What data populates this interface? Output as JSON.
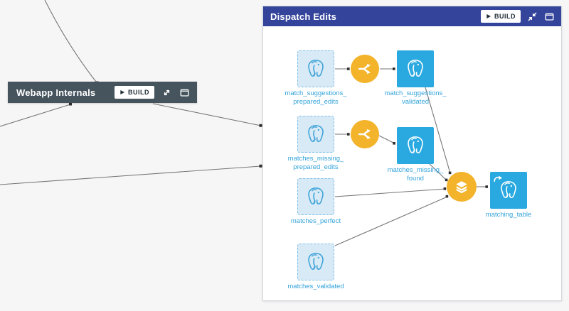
{
  "colors": {
    "canvas-bg": "#f6f6f7",
    "zone-header-blue": "#34449b",
    "zone-webapp-gray": "#46545e",
    "dataset-blue": "#29a9e0",
    "dataset-editable-bg": "#d9eaf7",
    "dataset-editable-border": "#7fc0e6",
    "recipe-yellow": "#f3b32a",
    "label-blue": "#33a3da",
    "edge-gray": "#767676"
  },
  "icons": {
    "build_play": "play-triangle",
    "webapp_expand": "expand-arrows",
    "dispatch_collapse": "compress-arrows",
    "window": "open-in-window",
    "dataset": "postgresql-elephant",
    "split_recipe": "split-arrows",
    "stack_recipe": "stack-layers",
    "shared_dataset": "share-curved-arrow"
  },
  "webapp_zone": {
    "title": "Webapp Internals",
    "build_label": "BUILD"
  },
  "dispatch_zone": {
    "title": "Dispatch Edits",
    "build_label": "BUILD",
    "datasets": [
      {
        "id": "match_suggestions_prepared_edits",
        "kind": "editable",
        "line1": "match_suggestions_",
        "line2": "prepared_edits"
      },
      {
        "id": "matches_missing_prepared_edits",
        "kind": "editable",
        "line1": "matches_missing_",
        "line2": "prepared_edits"
      },
      {
        "id": "matches_perfect",
        "kind": "editable",
        "line1": "matches_perfect"
      },
      {
        "id": "matches_validated",
        "kind": "editable",
        "line1": "matches_validated"
      },
      {
        "id": "match_suggestions_validated",
        "kind": "postgres",
        "line1": "match_suggestions_",
        "line2": "validated"
      },
      {
        "id": "matches_missing_found",
        "kind": "postgres",
        "line1": "matches_missing_",
        "line2": "found"
      },
      {
        "id": "matching_table",
        "kind": "postgres-shared",
        "line1": "matching_table"
      }
    ],
    "recipes": [
      {
        "id": "split_match_suggestions",
        "type": "split"
      },
      {
        "id": "split_matches_missing",
        "type": "split"
      },
      {
        "id": "stack_matching",
        "type": "stack"
      }
    ]
  }
}
